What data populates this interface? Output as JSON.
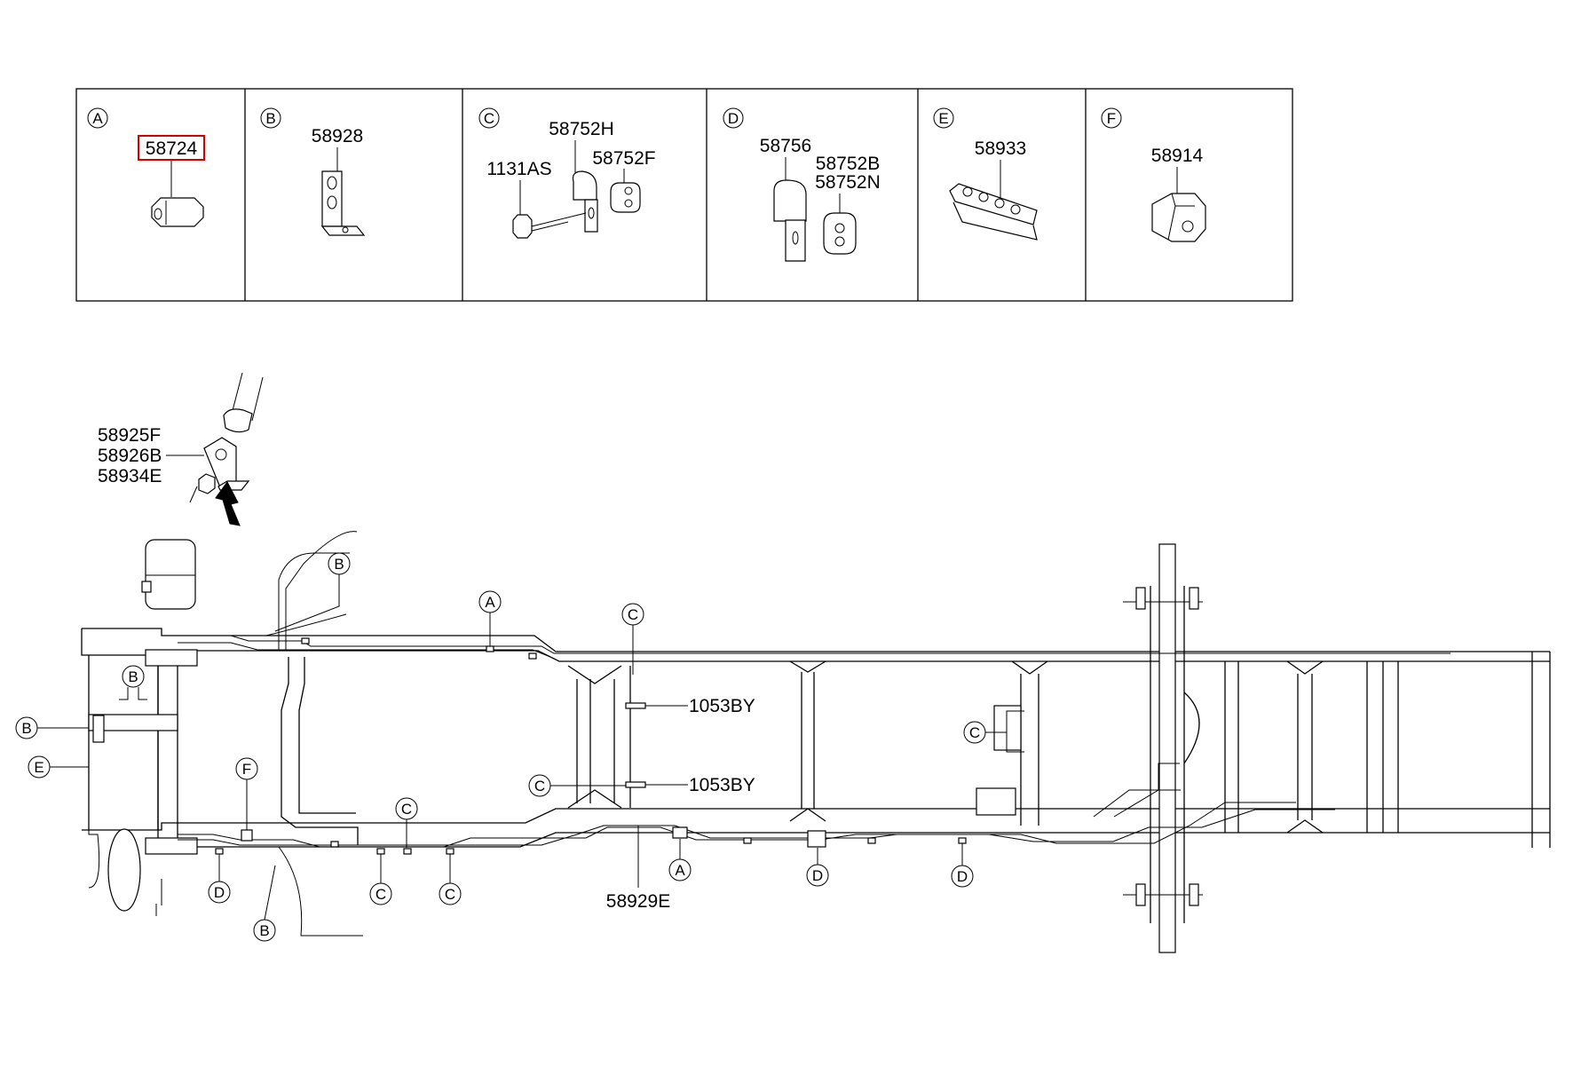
{
  "panels": [
    {
      "letter": "A",
      "parts": [
        "58724"
      ],
      "highlighted": "58724"
    },
    {
      "letter": "B",
      "parts": [
        "58928"
      ]
    },
    {
      "letter": "C",
      "parts": [
        "58752H",
        "58752F",
        "1131AS"
      ]
    },
    {
      "letter": "D",
      "parts": [
        "58756",
        "58752B",
        "58752N"
      ]
    },
    {
      "letter": "E",
      "parts": [
        "58933"
      ]
    },
    {
      "letter": "F",
      "parts": [
        "58914"
      ]
    }
  ],
  "detail_parts": [
    "58925F",
    "58926B",
    "58934E"
  ],
  "frame_parts": {
    "grommet_1": "1053BY",
    "grommet_2": "1053BY",
    "bottom": "58929E"
  },
  "callouts": {
    "top_b": "B",
    "top_a": "A",
    "top_c": "C",
    "left_b_upper": "B",
    "left_b": "B",
    "left_e": "E",
    "left_f": "F",
    "bot_d1": "D",
    "bot_b": "B",
    "bot_c1": "C",
    "bot_c2": "C",
    "bot_c3": "C",
    "mid_c": "C",
    "bot_a": "A",
    "bot_d2": "D",
    "bot_d3": "D",
    "right_c": "C"
  },
  "highlight_color": "#d40000"
}
